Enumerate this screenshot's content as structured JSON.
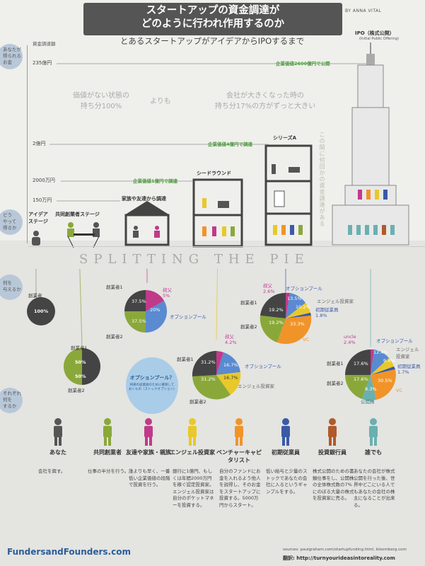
{
  "header": {
    "title_line1": "スタートアップの資金調達が",
    "title_line2": "どのように行われ作用するのか",
    "author": "BY ANNA VITAL",
    "subtitle": "とあるスタートアップがアイデアからIPOするまで"
  },
  "left_tags": {
    "money": "あなたが\n得られる\nお金",
    "how": "どう\nやって\n得るか",
    "give": "何を\n与えるか",
    "who": "それぞれ\n何を\nするか",
    "funding_amount": "資金調達額"
  },
  "amounts": [
    "235億円",
    "2億円",
    "2000万円",
    "150万円"
  ],
  "valuations": {
    "ipo": "企業価値2600億円で公開",
    "seriesA": "企業価値4億円で調達",
    "seed": "企業価値1億円で調達"
  },
  "ghost_text": {
    "left_l1": "価値がない状態の",
    "left_l2": "持ち分100%",
    "mid": "よりも",
    "right_l1": "会社が大きくなった時の",
    "right_l2": "持ち分17%の方がずっと大きい",
    "vertical": "この間に何回かの資金調達がある"
  },
  "stages": {
    "idea": "アイデア\nステージ",
    "cofounder": "共同創業者ステージ",
    "friends": "家族や友達から調達",
    "seed": "シードラウンド",
    "seriesA": "シリーズA",
    "ipo_title": "IPO（株式公開）",
    "ipo_sub": "(Initial Public Offering)"
  },
  "split_text": "SPLITTING THE PIE",
  "pies": {
    "p1": {
      "founder1": "創業者",
      "value": "100%"
    },
    "p2": {
      "founder1": "創業者1",
      "founder2": "創業者2",
      "v1": "50%",
      "v2": "50%"
    },
    "p3": {
      "founder1": "創業者1",
      "founder2": "創業者2",
      "uncle": "叔父\n5%",
      "pool": "オプションプール",
      "v1": "37.5%",
      "v2": "37.5%",
      "v3": "20%"
    },
    "p4": {
      "founder1": "創業者1",
      "founder2": "創業者2",
      "uncle": "叔父\n4.2%",
      "pool": "オプションプール",
      "angel": "エンジェル投資家",
      "v1": "31.2%",
      "v2": "31.2%",
      "v3": "16.7%",
      "v4": "16.7%"
    },
    "p5": {
      "founder1": "創業者1",
      "founder2": "創業者2",
      "uncle": "叔父\n2.6%",
      "pool": "オプションプール",
      "angel": "エンジェル投資家",
      "emp": "初期従業員\n1.8%",
      "vc": "VC",
      "v1": "19.2%",
      "v2": "19.2%",
      "v3": "13.5%",
      "v4": "10.2%",
      "v5": "33.3%"
    },
    "p6": {
      "founder1": "創業者1",
      "founder2": "創業者2",
      "uncle": "uncle\n2.4%",
      "pool": "オプションプール",
      "angel": "エンジェル\n投資家",
      "emp": "初期従業員\n1.7%",
      "vc": "VC",
      "public": "公開株",
      "v1": "17.6%",
      "v2": "17.6%",
      "v3": "12.4%",
      "v4": "9.4%",
      "v5": "30.5%",
      "v6": "8.3%"
    }
  },
  "bubble": {
    "title": "オプションプール？",
    "text": "将来の従業員のために確保しておくもの（ストックオプション）"
  },
  "people": [
    {
      "label": "あなた",
      "desc": "会社を興す。",
      "color": "#555555"
    },
    {
      "label": "共同創業者",
      "desc": "仕事の半分を行う。",
      "color": "#8aa83a"
    },
    {
      "label": "友達や家族・親族",
      "desc": "誰よりも早く、一番低い企業価値の段階で投資を行う。",
      "color": "#c03a8a"
    },
    {
      "label": "エンジェル投資家",
      "desc": "銀行に1億円、もしくは年間2000万円を稼ぐ認定投資家。エンジェル投資家は自分のポケットマネーを投資する。",
      "color": "#e8c82a"
    },
    {
      "label": "ベンチャーキャピタリスト",
      "desc": "自分のファンドにお金を入れるよう他人を説得し、そのお金をスタートアップに投資する。5000万円からスタート。",
      "color": "#f0942a"
    },
    {
      "label": "初期従業員",
      "desc": "低い給与と少量のストックであなたの会社に入るというギャンブルをする。",
      "color": "#3a5aa8"
    },
    {
      "label": "投資銀行員",
      "desc": "株式公開のための書類仕事をし、公開株の全体株式数の7%にのぼる大量の株式を投資家に売る。",
      "color": "#b05a2a"
    },
    {
      "label": "誰でも",
      "desc": "あなたの会社が株式公開を行った後、世界中どこにいる人でもあなたの会社の株主になることが出来る。",
      "color": "#6ab0b0"
    }
  ],
  "footer": {
    "brand": "FundersandFounders.com",
    "sources": "sources: paulgraham.com/startupfunding.html, bloomberg.com",
    "translate_label": "翻訳: ",
    "translate_url": "http://turnyourideasintoreality.com"
  }
}
